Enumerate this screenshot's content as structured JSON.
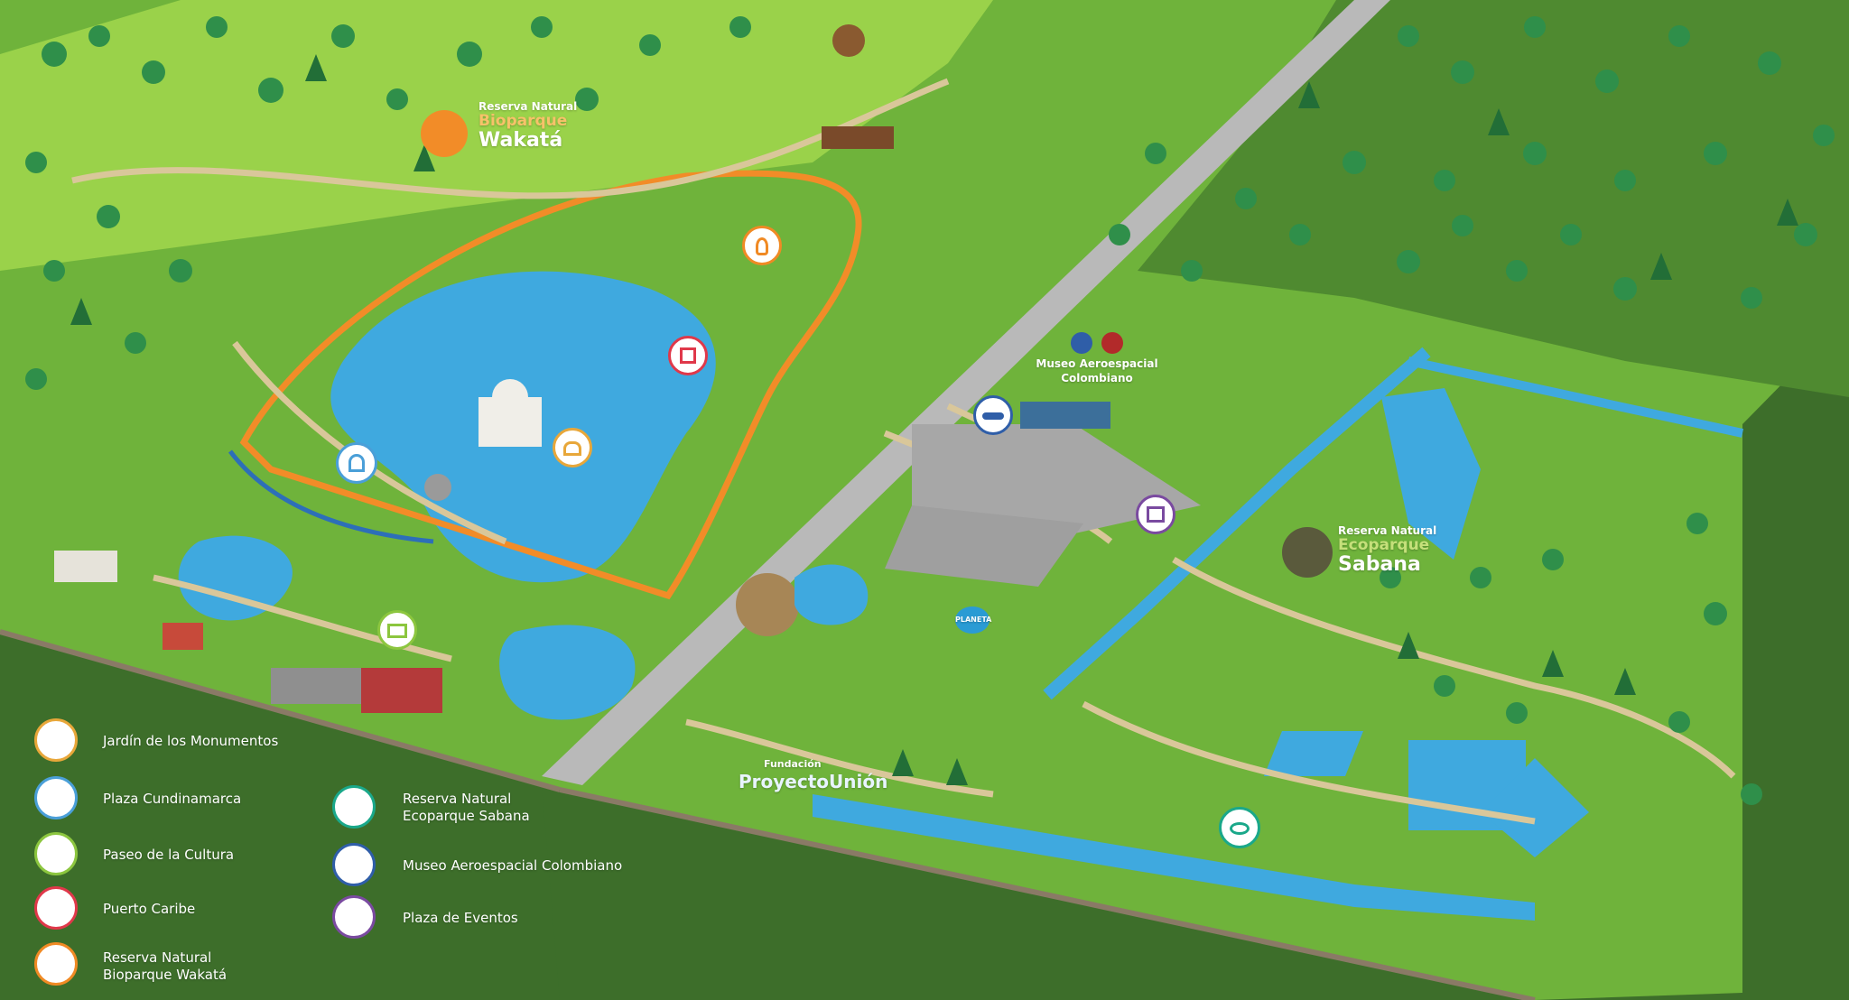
{
  "park_labels": {
    "wakata": {
      "line1": "Reserva Natural",
      "line2": "Bioparque",
      "line3": "Wakatá"
    },
    "sabana": {
      "line1": "Reserva Natural",
      "line2": "Ecoparque",
      "line3": "Sabana"
    },
    "museo": {
      "line1": "Museo Aeroespacial",
      "line2": "Colombiano"
    },
    "fundacion": {
      "line1": "Fundación",
      "line2": "ProyectoUnión",
      "planeta": "PLANETA"
    }
  },
  "legend": {
    "items": [
      {
        "label": "Jardín de los Monumentos",
        "color": "#e8a73a",
        "icon": "monument-icon"
      },
      {
        "label": "Plaza Cundinamarca",
        "color": "#4a9fd8",
        "icon": "arch-icon"
      },
      {
        "label": "Paseo de la Cultura",
        "color": "#8cc63f",
        "icon": "book-icon"
      },
      {
        "label": "Puerto Caribe",
        "color": "#e0384a",
        "icon": "fort-icon"
      },
      {
        "label": "Reserva Natural",
        "label2": "Bioparque Wakatá",
        "color": "#f08a24",
        "icon": "flamingo-icon"
      },
      {
        "label": "Reserva Natural",
        "label2": "Ecoparque Sabana",
        "color": "#1aa88a",
        "icon": "duck-icon"
      },
      {
        "label": "Museo Aeroespacial Colombiano",
        "color": "#2f5ea8",
        "icon": "plane-icon"
      },
      {
        "label": "Plaza de Eventos",
        "color": "#7a4aa0",
        "icon": "stage-icon"
      }
    ]
  },
  "colors": {
    "grass": "#6fb33b",
    "grass_dark": "#3d6e2a",
    "water": "#3fa9df",
    "path": "#d9c79a",
    "road": "#b9b9b9",
    "tree": "#2f8f4a",
    "rail_orange": "#f28c28",
    "rail_blue": "#2d6fb8"
  }
}
